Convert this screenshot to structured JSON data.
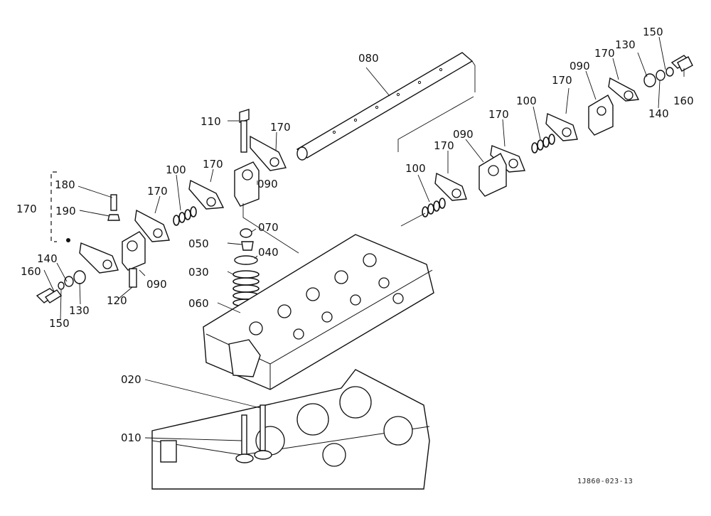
{
  "figure": {
    "reference_code": "1J860-023-13"
  },
  "callouts": [
    {
      "id": "c080",
      "label": "080"
    },
    {
      "id": "c150r",
      "label": "150"
    },
    {
      "id": "c130r",
      "label": "130"
    },
    {
      "id": "c170a",
      "label": "170"
    },
    {
      "id": "c090r1",
      "label": "090"
    },
    {
      "id": "c160r",
      "label": "160"
    },
    {
      "id": "c170b",
      "label": "170"
    },
    {
      "id": "c140r",
      "label": "140"
    },
    {
      "id": "c100r1",
      "label": "100"
    },
    {
      "id": "c110",
      "label": "110"
    },
    {
      "id": "c170c",
      "label": "170"
    },
    {
      "id": "c170d",
      "label": "170"
    },
    {
      "id": "c090r2",
      "label": "090"
    },
    {
      "id": "c170e",
      "label": "170"
    },
    {
      "id": "c100r2",
      "label": "100"
    },
    {
      "id": "c170f",
      "label": "170"
    },
    {
      "id": "c100l",
      "label": "100"
    },
    {
      "id": "c090m",
      "label": "090"
    },
    {
      "id": "c180",
      "label": "180"
    },
    {
      "id": "c170g",
      "label": "170"
    },
    {
      "id": "c170h",
      "label": "170"
    },
    {
      "id": "c190",
      "label": "190"
    },
    {
      "id": "c070",
      "label": "070"
    },
    {
      "id": "c050",
      "label": "050"
    },
    {
      "id": "c040",
      "label": "040"
    },
    {
      "id": "c140l",
      "label": "140"
    },
    {
      "id": "c160l",
      "label": "160"
    },
    {
      "id": "c030",
      "label": "030"
    },
    {
      "id": "c090l",
      "label": "090"
    },
    {
      "id": "c130l",
      "label": "130"
    },
    {
      "id": "c120",
      "label": "120"
    },
    {
      "id": "c060",
      "label": "060"
    },
    {
      "id": "c150l",
      "label": "150"
    },
    {
      "id": "c020",
      "label": "020"
    },
    {
      "id": "c010",
      "label": "010"
    }
  ]
}
